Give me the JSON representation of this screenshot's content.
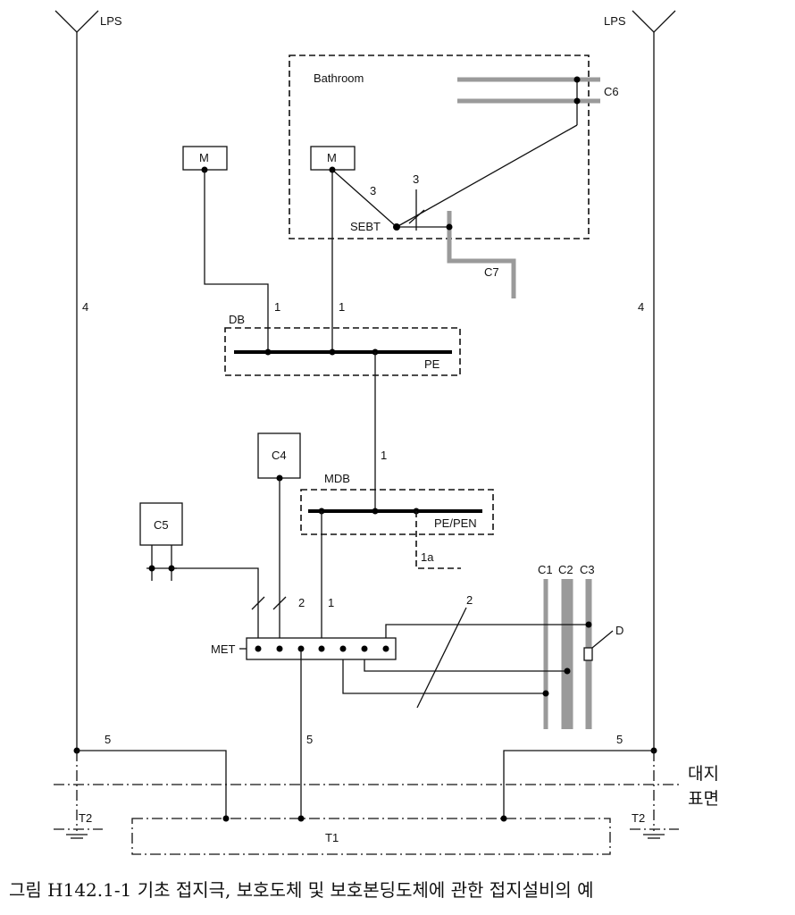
{
  "labels": {
    "lps_left": "LPS",
    "lps_right": "LPS",
    "bathroom": "Bathroom",
    "c6": "C6",
    "m_left": "M",
    "m_right": "M",
    "n3_a": "3",
    "n3_b": "3",
    "sebt": "SEBT",
    "c7": "C7",
    "n4_left": "4",
    "n4_right": "4",
    "n1_a": "1",
    "n1_b": "1",
    "db": "DB",
    "pe": "PE",
    "c4": "C4",
    "n1_mdb": "1",
    "mdb": "MDB",
    "pe_pen": "PE/PEN",
    "c5": "C5",
    "n1a": "1a",
    "c1": "C1",
    "c2": "C2",
    "c3": "C3",
    "n2_a": "2",
    "n1_met": "1",
    "n2_b": "2",
    "d": "D",
    "met": "MET",
    "n5_left": "5",
    "n5_mid": "5",
    "n5_right": "5",
    "ground_1": "대지",
    "ground_2": "표면",
    "t2_left": "T2",
    "t2_right": "T2",
    "t1": "T1"
  },
  "caption": "그림 H142.1-1 기초 접지극, 보호도체 및 보호본딩도체에 관한 접지설비의 예"
}
